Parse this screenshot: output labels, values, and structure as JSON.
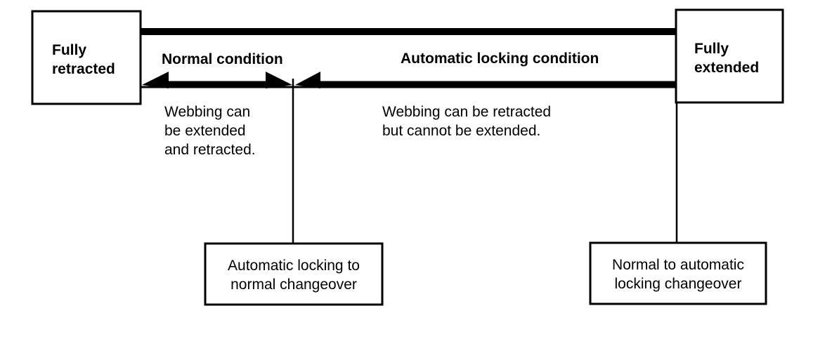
{
  "diagram": {
    "colors": {
      "line": "#000000",
      "background": "#ffffff"
    },
    "boxes": {
      "fully_retracted": "Fully\nretracted",
      "fully_extended": "Fully\nextended",
      "auto_to_normal": "Automatic locking to\nnormal changeover",
      "normal_to_auto": "Normal to automatic\nlocking changeover"
    },
    "conditions": {
      "normal": "Normal condition",
      "automatic": "Automatic locking condition"
    },
    "descriptions": {
      "normal": "Webbing can\nbe extended\nand retracted.",
      "automatic": "Webbing can be retracted\nbut cannot be extended."
    }
  }
}
